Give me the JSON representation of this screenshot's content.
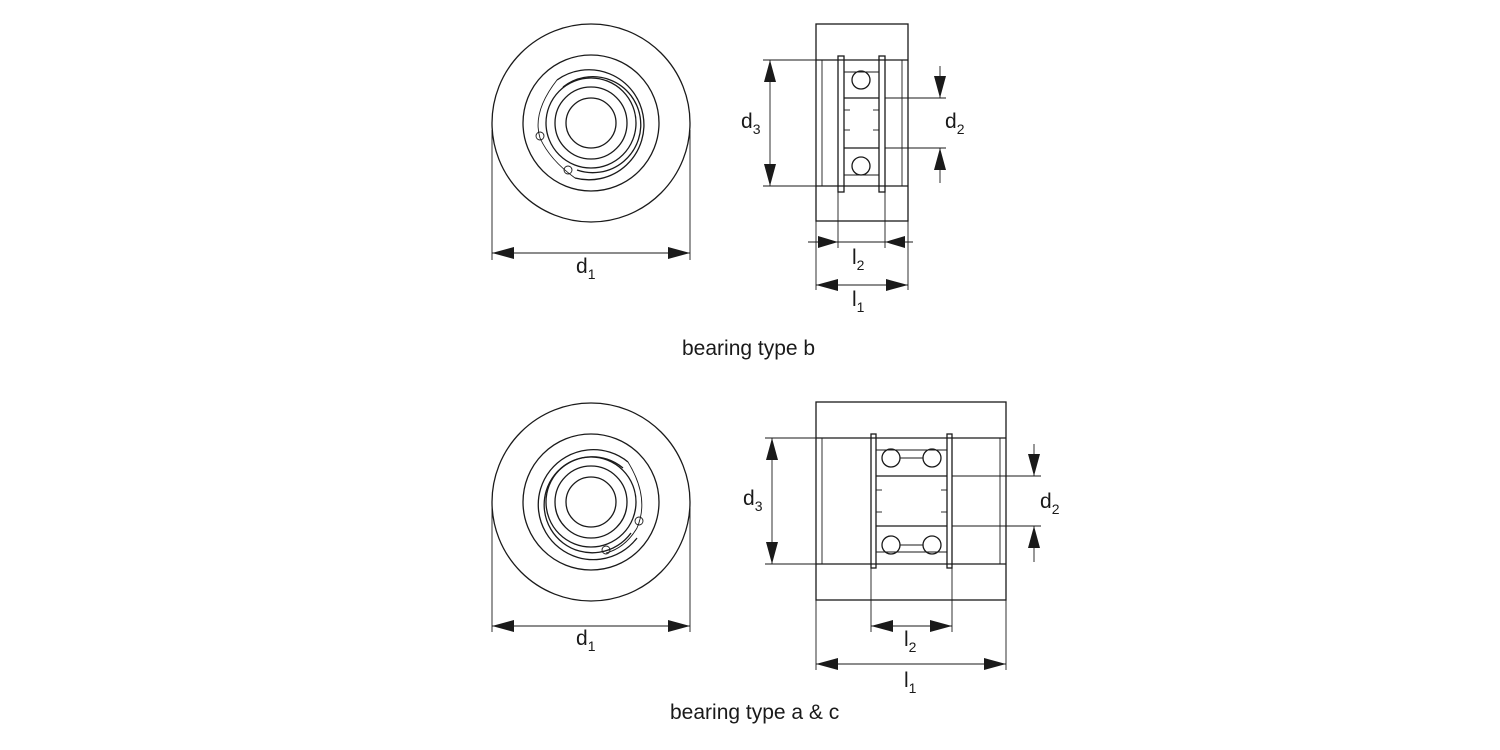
{
  "diagrams": {
    "type_b": {
      "caption": "bearing type b",
      "labels": {
        "d1": {
          "main": "d",
          "sub": "1"
        },
        "d2": {
          "main": "d",
          "sub": "2"
        },
        "d3": {
          "main": "d",
          "sub": "3"
        },
        "l1": {
          "main": "l",
          "sub": "1"
        },
        "l2": {
          "main": "l",
          "sub": "2"
        }
      }
    },
    "type_ac": {
      "caption": "bearing type a & c",
      "labels": {
        "d1": {
          "main": "d",
          "sub": "1"
        },
        "d2": {
          "main": "d",
          "sub": "2"
        },
        "d3": {
          "main": "d",
          "sub": "3"
        },
        "l1": {
          "main": "l",
          "sub": "1"
        },
        "l2": {
          "main": "l",
          "sub": "2"
        }
      }
    }
  }
}
